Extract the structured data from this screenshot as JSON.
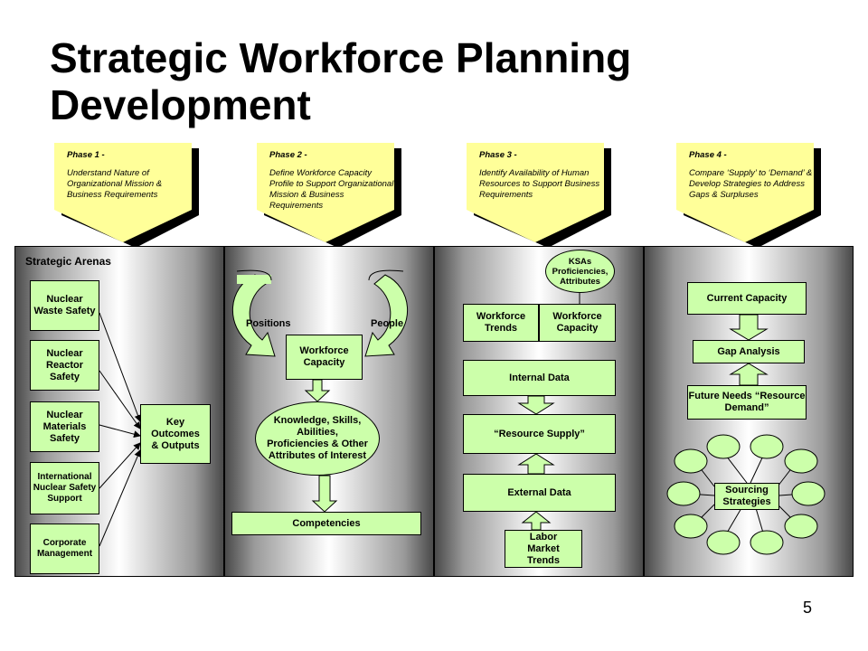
{
  "title": {
    "line1": "Strategic Workforce Planning",
    "line2": "Development"
  },
  "page_number": "5",
  "phases": [
    {
      "title": "Phase 1 -",
      "text": "Understand Nature of Organizational Mission & Business Requirements"
    },
    {
      "title": "Phase 2 -",
      "text": "Define Workforce Capacity Profile to Support Organizational Mission & Business Requirements"
    },
    {
      "title": "Phase 3 -",
      "text": "Identify Availability of Human Resources to Support Business Requirements"
    },
    {
      "title": "Phase 4 -",
      "text": "Compare ‘Supply’ to ‘Demand’ & Develop Strategies to Address Gaps & Surpluses"
    }
  ],
  "colors": {
    "box_fill": "#ccffaa",
    "phase_fill": "#ffff99",
    "panel_dark": "#4a4a4a"
  },
  "panel1": {
    "heading": "Strategic Arenas",
    "arenas": [
      "Nuclear Waste Safety",
      "Nuclear Reactor Safety",
      "Nuclear Materials Safety",
      "International Nuclear Safety Support",
      "Corporate Management"
    ],
    "key_outcomes": "Key Outcomes & Outputs"
  },
  "panel2": {
    "positions": "Positions",
    "people": "People",
    "workforce_capacity": "Workforce Capacity",
    "ksa_oval": "Knowledge, Skills, Abilities, Proficiencies & Other Attributes of Interest",
    "competencies": "Competencies"
  },
  "panel3": {
    "ksas": "KSAs Proficiencies, Attributes",
    "workforce_trends": "Workforce Trends",
    "workforce_capacity": "Workforce Capacity",
    "internal_data": "Internal Data",
    "resource_supply": "“Resource Supply”",
    "external_data": "External Data",
    "labor_market": "Labor Market Trends"
  },
  "panel4": {
    "current_capacity": "Current Capacity",
    "gap_analysis": "Gap Analysis",
    "future_needs": "Future Needs “Resource Demand”",
    "sourcing": "Sourcing Strategies"
  }
}
